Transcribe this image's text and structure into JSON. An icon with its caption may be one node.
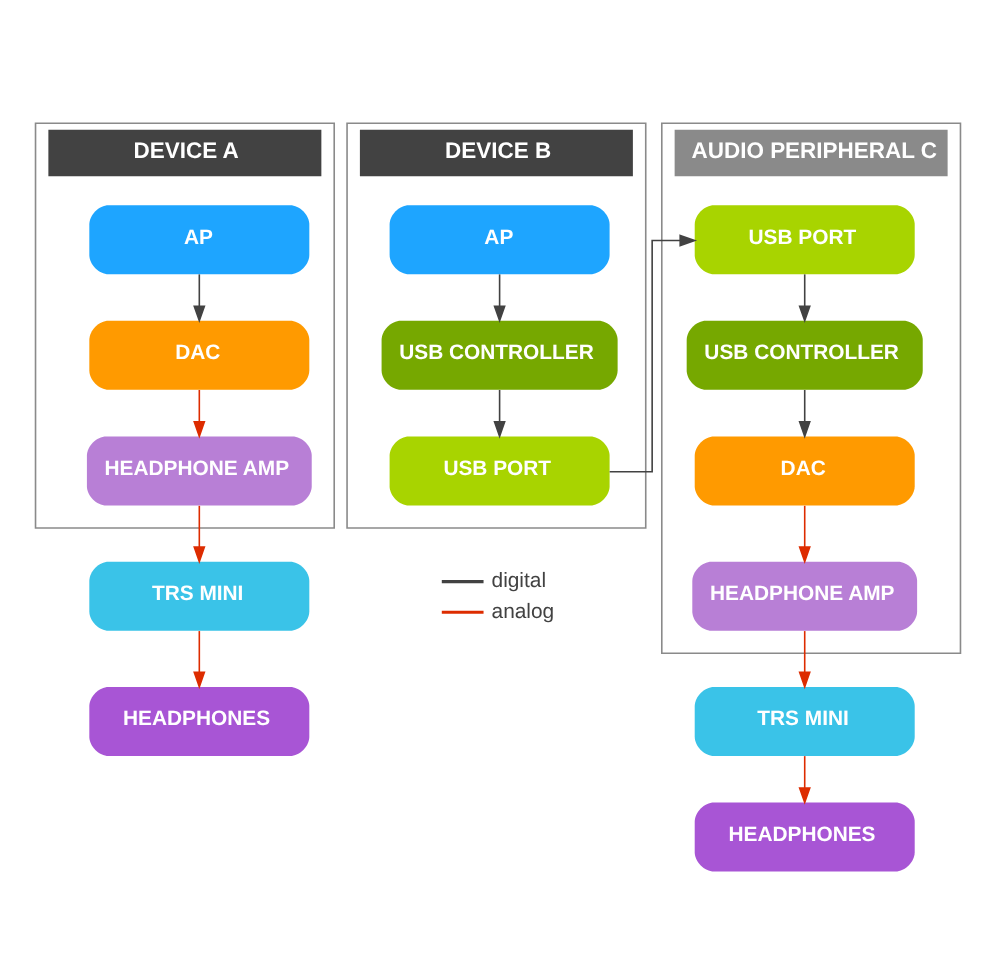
{
  "diagram": {
    "nodes": [
      {
        "text": [
          "DEVICE A"
        ]
      },
      {
        "text": [
          "AP"
        ],
        "in": 0
      },
      {
        "text": [
          "DAC"
        ],
        "in": 0
      },
      {
        "text": [
          "HEADPHONE AMP"
        ],
        "in": 0
      },
      {
        "text": [
          "TRS MINI"
        ]
      },
      {
        "text": [
          "HEADPHONES"
        ]
      },
      {
        "text": [
          "DEVICE B"
        ]
      },
      {
        "text": [
          "AP"
        ],
        "in": 6
      },
      {
        "text": [
          "USB CONTROLLER"
        ],
        "in": 6
      },
      {
        "text": [
          "USB PORT"
        ],
        "in": 6
      },
      {
        "text": [
          "AUDIO PERIPHERAL C"
        ]
      },
      {
        "text": [
          "USB PORT"
        ],
        "in": 10
      },
      {
        "text": [
          "USB CONTROLLER"
        ],
        "in": 10
      },
      {
        "text": [
          "DAC"
        ],
        "in": 10
      },
      {
        "text": [
          "HEADPHONE AMP"
        ],
        "in": 10
      },
      {
        "text": [
          "TRS MINI"
        ]
      },
      {
        "text": [
          "HEADPHONES"
        ]
      }
    ],
    "edges": [
      {
        "from": 1,
        "to": 2,
        "arrow": "to"
      },
      {
        "from": 2,
        "to": 3,
        "arrow": "to",
        "color": "#dd2c00"
      },
      {
        "from": 3,
        "to": 4,
        "arrow": "to",
        "color": "#dd2c00"
      },
      {
        "from": 4,
        "to": 5,
        "arrow": "to",
        "color": "#dd2c00"
      },
      {
        "from": 7,
        "to": 8,
        "arrow": "to"
      },
      {
        "from": 8,
        "to": 9,
        "arrow": "to"
      },
      {
        "from": 9,
        "to": 11,
        "arrow": "to"
      },
      {
        "from": 11,
        "to": 12,
        "arrow": "to"
      },
      {
        "from": 12,
        "to": 13,
        "arrow": "to"
      },
      {
        "from": 13,
        "to": 14,
        "arrow": "to",
        "color": "#dd2c00"
      },
      {
        "from": 14,
        "to": 15,
        "arrow": "to",
        "color": "#dd2c00"
      },
      {
        "from": 15,
        "to": 16,
        "arrow": "to",
        "color": "#dd2c00"
      }
    ],
    "legend": [
      {
        "text": "digital"
      },
      {
        "text": "analog"
      }
    ]
  }
}
